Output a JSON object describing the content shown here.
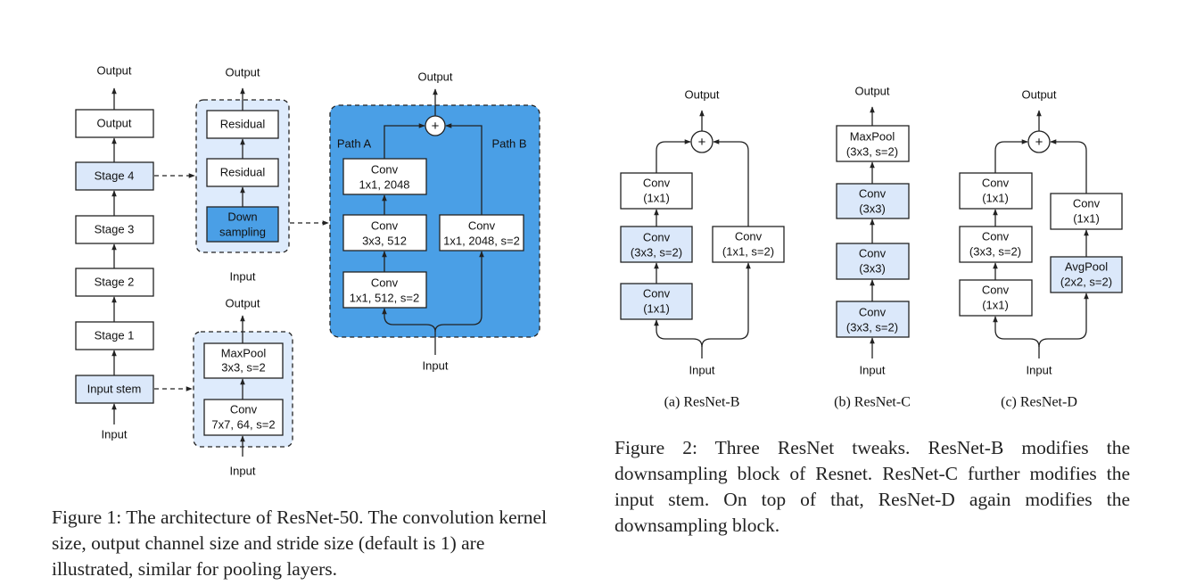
{
  "colors": {
    "light_block": "#dbe8fa",
    "dark_block": "#4a9fe6",
    "panel_light": "#deebfc",
    "panel_dark": "#4a9fe6",
    "line": "#222222",
    "text": "#111111"
  },
  "figure1": {
    "stack": {
      "output_top": "Output",
      "blocks": [
        "Output",
        "Stage 4",
        "Stage 3",
        "Stage 2",
        "Stage 1",
        "Input stem"
      ],
      "input": "Input"
    },
    "stage_panel": {
      "output": "Output",
      "residual_1": "Residual",
      "residual_2": "Residual",
      "down_l1": "Down",
      "down_l2": "sampling",
      "input": "Input"
    },
    "stem_panel": {
      "output": "Output",
      "maxpool_l1": "MaxPool",
      "maxpool_l2": "3x3, s=2",
      "conv_l1": "Conv",
      "conv_l2": "7x7, 64, s=2",
      "input": "Input"
    },
    "down_panel": {
      "output": "Output",
      "plus": "+",
      "path_a": "Path A",
      "path_b": "Path B",
      "conv_a1_l1": "Conv",
      "conv_a1_l2": "1x1, 2048",
      "conv_a2_l1": "Conv",
      "conv_a2_l2": "3x3, 512",
      "conv_a3_l1": "Conv",
      "conv_a3_l2": "1x1, 512, s=2",
      "conv_b_l1": "Conv",
      "conv_b_l2": "1x1, 2048, s=2",
      "input": "Input"
    },
    "caption": "Figure 1: The architecture of ResNet-50. The convolution kernel size, output channel size and stride size (default is 1) are illustrated, similar for pooling layers."
  },
  "figure2": {
    "resnet_b": {
      "output": "Output",
      "plus": "+",
      "a1_l1": "Conv",
      "a1_l2": "(1x1)",
      "a2_l1": "Conv",
      "a2_l2": "(3x3, s=2)",
      "a3_l1": "Conv",
      "a3_l2": "(1x1)",
      "b_l1": "Conv",
      "b_l2": "(1x1, s=2)",
      "input": "Input",
      "label": "(a) ResNet-B"
    },
    "resnet_c": {
      "output": "Output",
      "pool_l1": "MaxPool",
      "pool_l2": "(3x3, s=2)",
      "c1_l1": "Conv",
      "c1_l2": "(3x3)",
      "c2_l1": "Conv",
      "c2_l2": "(3x3)",
      "c3_l1": "Conv",
      "c3_l2": "(3x3, s=2)",
      "input": "Input",
      "label": "(b) ResNet-C"
    },
    "resnet_d": {
      "output": "Output",
      "plus": "+",
      "a1_l1": "Conv",
      "a1_l2": "(1x1)",
      "a2_l1": "Conv",
      "a2_l2": "(3x3, s=2)",
      "a3_l1": "Conv",
      "a3_l2": "(1x1)",
      "b1_l1": "Conv",
      "b1_l2": "(1x1)",
      "b2_l1": "AvgPool",
      "b2_l2": "(2x2, s=2)",
      "input": "Input",
      "label": "(c) ResNet-D"
    },
    "caption": "Figure 2: Three ResNet tweaks. ResNet-B modifies the downsampling block of Resnet. ResNet-C further modifies the input stem. On top of that, ResNet-D again modifies the downsampling block."
  }
}
